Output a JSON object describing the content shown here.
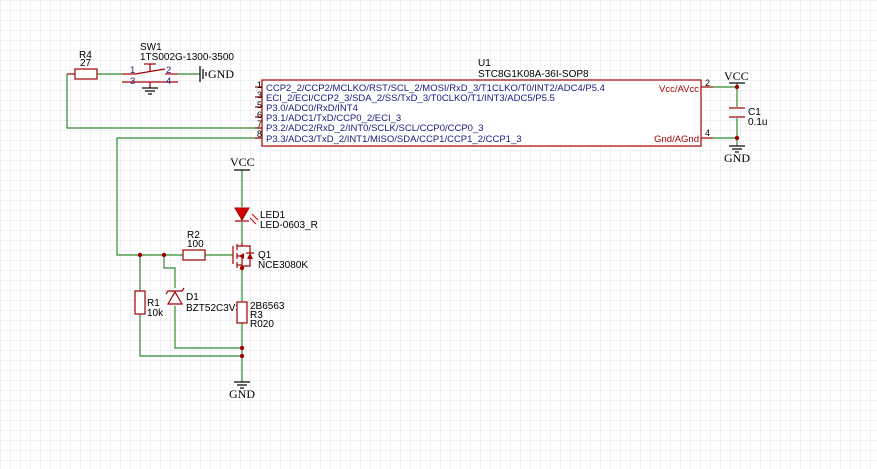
{
  "nets": {
    "vcc": "VCC",
    "gnd": "GND"
  },
  "u1": {
    "ref": "U1",
    "part": "STC8G1K08A-36I-SOP8",
    "left_pins": [
      {
        "num": "1",
        "name": "CCP2_2/CCP2/MCLKO/RST/SCL_2/MOSI/RxD_3/T1CLKO/T0/INT2/ADC4/P5.4"
      },
      {
        "num": "3",
        "name": "ECI_2/ECI/CCP2_3/SDA_2/SS/TxD_3/T0CLKO/T1/INT3/ADC5/P5.5"
      },
      {
        "num": "5",
        "name": "P3.0/ADC0/RxD/INT4"
      },
      {
        "num": "6",
        "name": "P3.1/ADC1/TxD/CCP0_2/ECI_3"
      },
      {
        "num": "7",
        "name": "P3.2/ADC2/RxD_2/INT0/SCLK/SCL/CCP0/CCP0_3"
      },
      {
        "num": "8",
        "name": "P3.3/ADC3/TxD_2/INT1/MISO/SDA/CCP1/CCP1_2/CCP1_3"
      }
    ],
    "right_pins": [
      {
        "num": "2",
        "name": "Vcc/AVcc"
      },
      {
        "num": "4",
        "name": "Gnd/AGnd"
      }
    ]
  },
  "r4": {
    "ref": "R4",
    "value": "27"
  },
  "sw1": {
    "ref": "SW1",
    "part": "1TS002G-1300-3500",
    "pins": [
      "1",
      "2",
      "3",
      "4"
    ]
  },
  "c1": {
    "ref": "C1",
    "value": "0.1u"
  },
  "led1": {
    "ref": "LED1",
    "part": "LED-0603_R"
  },
  "r2": {
    "ref": "R2",
    "value": "100"
  },
  "q1": {
    "ref": "Q1",
    "part": "NCE3080K"
  },
  "r1": {
    "ref": "R1",
    "value": "10k"
  },
  "d1": {
    "ref": "D1",
    "part": "BZT52C3V3"
  },
  "r3": {
    "ref": "R3",
    "part": "2B6563",
    "value": "R020"
  }
}
